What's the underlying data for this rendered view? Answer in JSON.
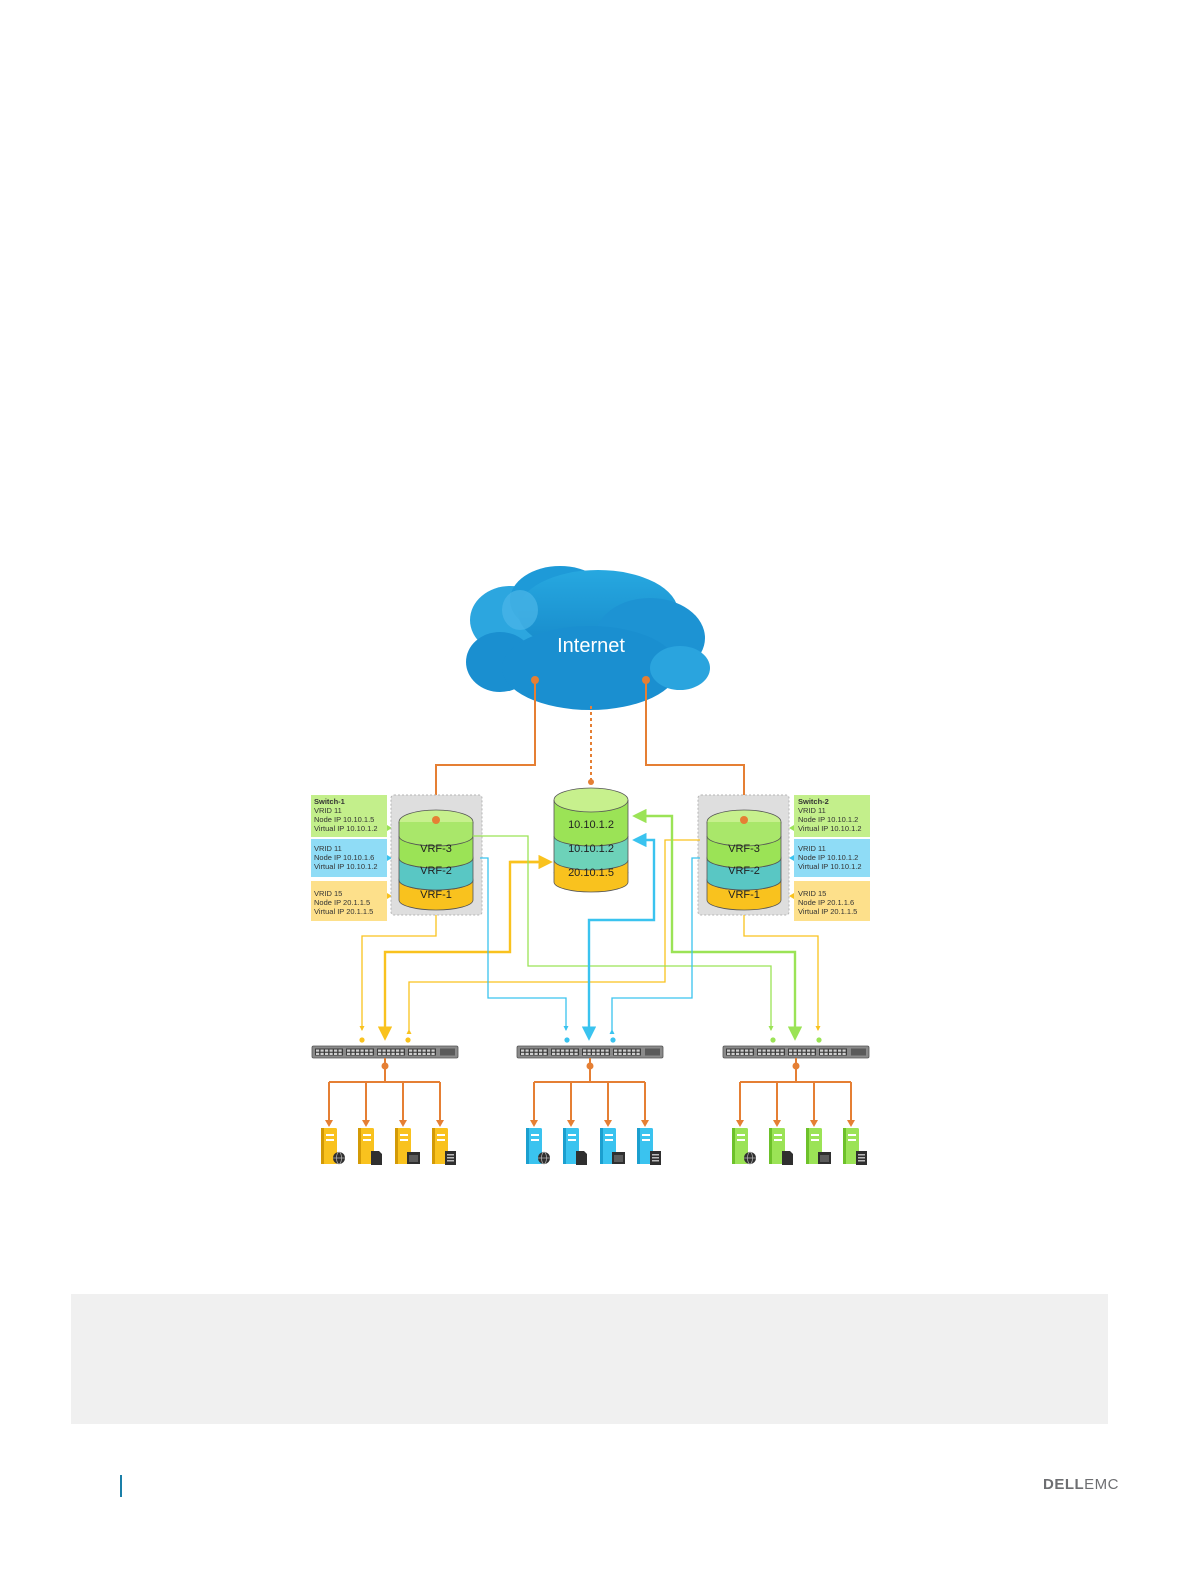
{
  "diagram": {
    "cloud_label": "Internet",
    "center_router": [
      "10.10.1.2",
      "10.10.1.2",
      "20.10.1.5"
    ],
    "switches": [
      {
        "vrf_labels": [
          "VRF-3",
          "VRF-2",
          "VRF-1"
        ],
        "green_label": [
          "Switch-1",
          "VRID 11",
          "Node IP 10.10.1.5",
          "Virtual IP 10.10.1.2"
        ],
        "blue_label": [
          "VRID 11",
          "Node IP 10.10.1.6",
          "Virtual IP 10.10.1.2"
        ],
        "yellow_label": [
          "VRID 15",
          "Node IP 20.1.1.5",
          "Virtual IP 20.1.1.5"
        ]
      },
      {
        "vrf_labels": [
          "VRF-3",
          "VRF-2",
          "VRF-1"
        ],
        "green_label": [
          "Switch-2",
          "VRID 11",
          "Node IP 10.10.1.2",
          "Virtual IP 10.10.1.2"
        ],
        "blue_label": [
          "VRID 11",
          "Node IP 10.10.1.2",
          "Virtual IP 10.10.1.2"
        ],
        "yellow_label": [
          "VRID 15",
          "Node IP 20.1.1.6",
          "Virtual IP 20.1.1.5"
        ]
      }
    ],
    "colors": {
      "green": "#9be356",
      "blue": "#3ac3ef",
      "yellow": "#f9c21e",
      "orange_link": "#e57f34",
      "cloud": "#1a9ad6"
    }
  },
  "footer": {
    "brand_bold": "DELL",
    "brand_light": "EMC"
  }
}
